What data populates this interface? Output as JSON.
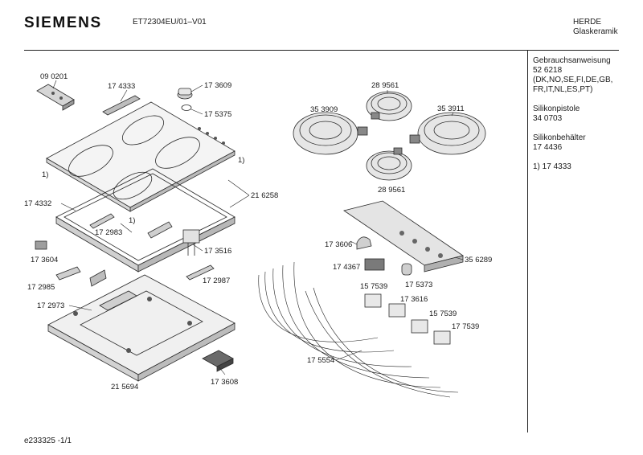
{
  "header": {
    "brand": "SIEMENS",
    "model": "ET72304EU/01–V01",
    "category_line1": "HERDE",
    "category_line2": "Glaskeramik"
  },
  "sidebar": {
    "groups": [
      {
        "lines": [
          "Gebrauchsanweisung",
          "52 6218",
          "(DK,NO,SE,FI,DE,GB,",
          "FR,IT,NL,ES,PT)"
        ]
      },
      {
        "lines": [
          "Silikonpistole",
          "34 0703"
        ]
      },
      {
        "lines": [
          "Silikonbehälter",
          "17 4436"
        ]
      },
      {
        "lines": [
          "1) 17 4333"
        ]
      }
    ]
  },
  "part_labels": [
    {
      "id": "p1",
      "text": "09 0201"
    },
    {
      "id": "p2",
      "text": "17 4333"
    },
    {
      "id": "p3",
      "text": "17 3609"
    },
    {
      "id": "p4",
      "text": "17 5375"
    },
    {
      "id": "p5",
      "text": "1)"
    },
    {
      "id": "p6",
      "text": "1)"
    },
    {
      "id": "p7",
      "text": "17 4332"
    },
    {
      "id": "p8",
      "text": "1)"
    },
    {
      "id": "p9",
      "text": "21 6258"
    },
    {
      "id": "p10",
      "text": "17 2983"
    },
    {
      "id": "p11",
      "text": "17 3604"
    },
    {
      "id": "p12",
      "text": "17 3516"
    },
    {
      "id": "p13",
      "text": "17 2985"
    },
    {
      "id": "p14",
      "text": "17 2987"
    },
    {
      "id": "p15",
      "text": "17 2973"
    },
    {
      "id": "p16",
      "text": "17 3608"
    },
    {
      "id": "p17",
      "text": "21 5694"
    },
    {
      "id": "p18",
      "text": "28 9561"
    },
    {
      "id": "p19",
      "text": "35 3909"
    },
    {
      "id": "p20",
      "text": "35 3911"
    },
    {
      "id": "p21",
      "text": "28 9561"
    },
    {
      "id": "p22",
      "text": "17 3606"
    },
    {
      "id": "p23",
      "text": "35 6289"
    },
    {
      "id": "p24",
      "text": "17 4367"
    },
    {
      "id": "p25",
      "text": "15 7539"
    },
    {
      "id": "p26",
      "text": "17 5373"
    },
    {
      "id": "p27",
      "text": "17 3616"
    },
    {
      "id": "p28",
      "text": "15 7539"
    },
    {
      "id": "p29",
      "text": "17 7539"
    },
    {
      "id": "p30",
      "text": "17 5554"
    }
  ],
  "footer": {
    "code": "e233325 -1/1"
  }
}
